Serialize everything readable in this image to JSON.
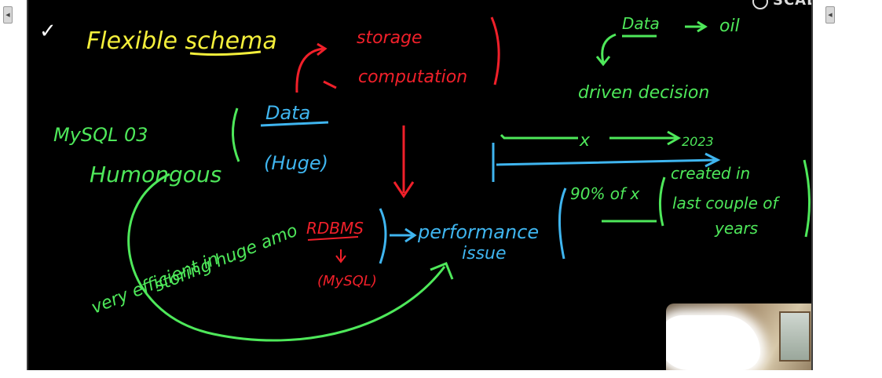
{
  "controls": {
    "prev_glyph": "◀",
    "next_glyph": "◀"
  },
  "header": {
    "logo_text": "SCALER"
  },
  "colors": {
    "yellow": "#f4ef3b",
    "red": "#f0202a",
    "green": "#4ee85a",
    "blue": "#3fb5ef",
    "white": "#ffffff",
    "board": "#000000"
  },
  "notes": {
    "tick_mark": "✓",
    "flexible_schema": "Flexible schema",
    "storage": "storage",
    "computation": "computation",
    "data_top": "Data",
    "oil": "oil",
    "driven_decision": "driven decision",
    "mysql_2003": "MySQL 03",
    "humongous": "Humongous",
    "data_mid": "Data",
    "huge": "(Huge)",
    "x_label": "x",
    "year_2023": "2023",
    "ninety_percent": "90% of x",
    "created_in": "created in",
    "last_couple": "last couple of",
    "years": "years",
    "rdbms": "RDBMS",
    "mysql_small": "(MySQL)",
    "performance": "performance",
    "issue": "issue",
    "very_efficient_1": "very efficient in",
    "very_efficient_2": "storing huge amo"
  }
}
